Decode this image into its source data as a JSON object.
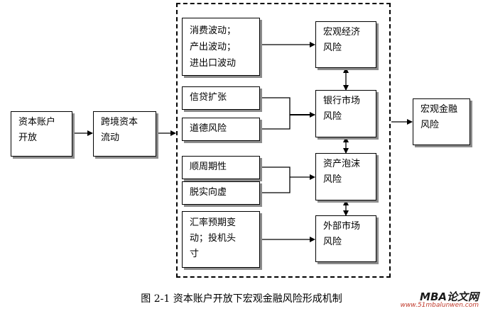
{
  "nodes": {
    "capital_account": "资本账户\n开放",
    "cross_border": "跨境资本\n流动",
    "consumption": "消费波动；\n产出波动；\n进出口波动",
    "credit": "信贷扩张",
    "moral_hazard": "道德风险",
    "procyclical": "顺周期性",
    "decoupling": "脱实向虚",
    "exchange_rate": "汇率预期变\n动；投机头\n寸",
    "macro_econ_risk": "宏观经济\n风险",
    "bank_market_risk": "银行市场\n风险",
    "asset_bubble_risk": "资产泡沫\n风险",
    "external_market_risk": "外部市场\n风险",
    "macro_financial_risk": "宏观金融\n风险"
  },
  "caption": "图 2-1  资本账户开放下宏观金融风险形成机制",
  "watermark": {
    "brand": "MBA论文网",
    "url": "www.51mbalunwen.com"
  }
}
